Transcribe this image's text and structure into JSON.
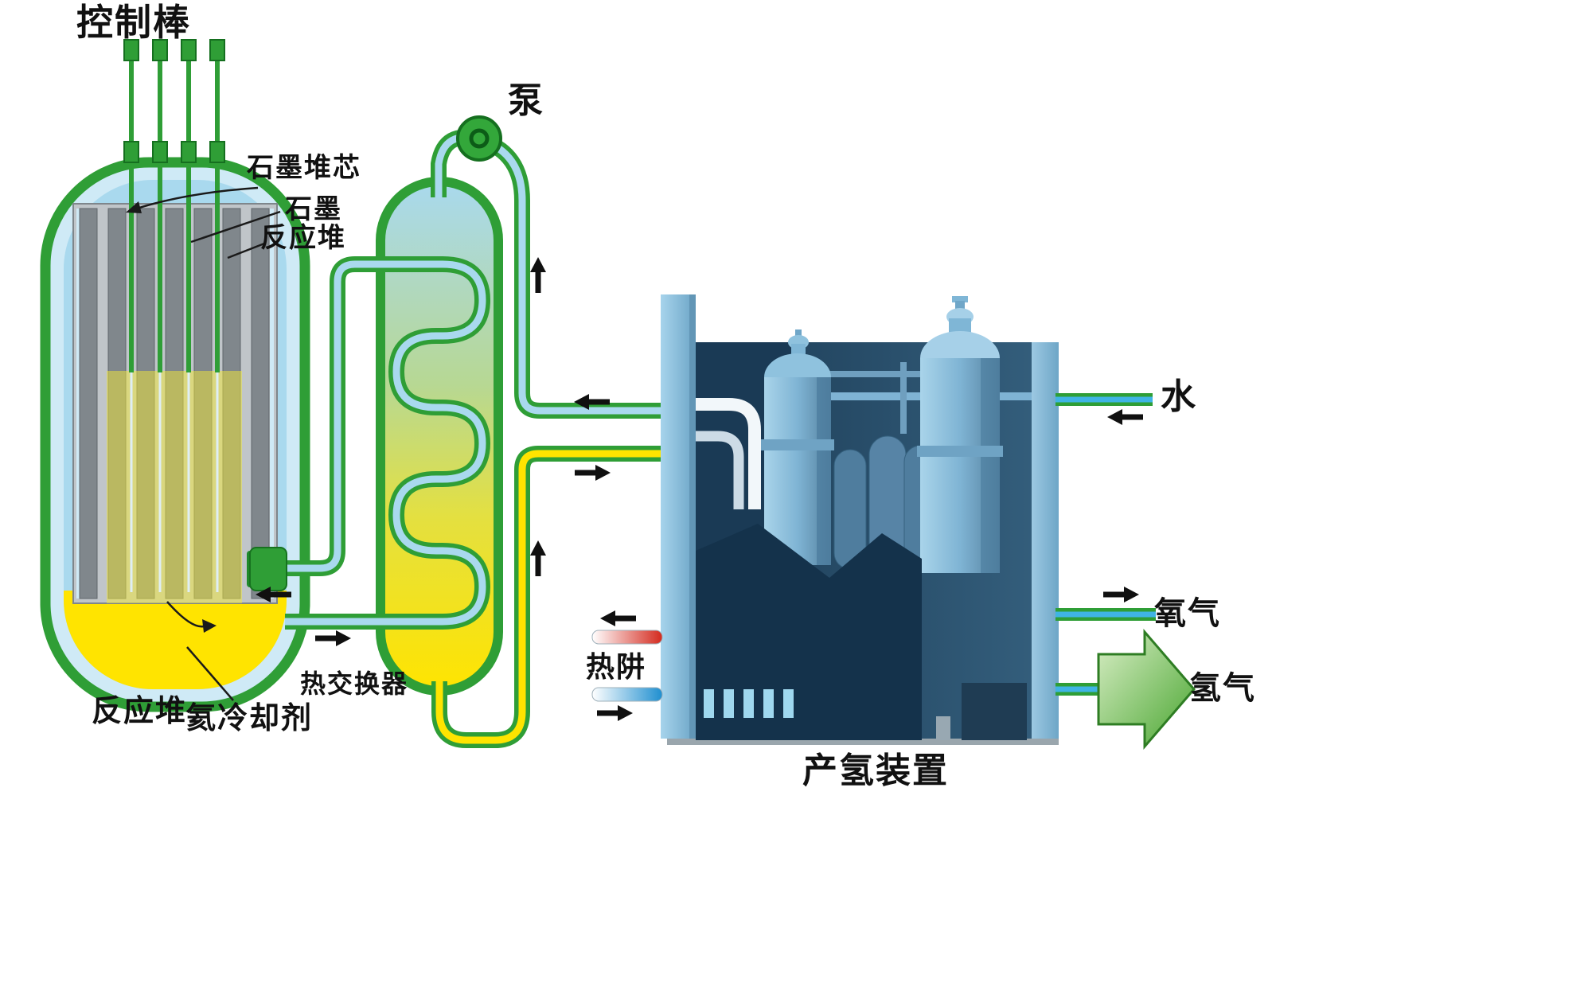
{
  "diagram": {
    "type": "nuclear-hydrogen-production-process-diagram",
    "labels": {
      "control_rods": "控制棒",
      "graphite_core": "石墨堆芯",
      "graphite_line1": "石墨",
      "graphite_line2": "反应堆",
      "pump": "泵",
      "heat_exchanger": "热交换器",
      "reactor": "反应堆",
      "helium_coolant": "氦冷却剂",
      "heat_sink": "热阱",
      "hydrogen_plant": "产氢装置",
      "water": "水",
      "oxygen": "氧气",
      "hydrogen": "氢气"
    },
    "colors": {
      "pipe_green": "#2f9e36",
      "pipe_green_dark": "#156f1f",
      "coolant_blue": "#a9d9ee",
      "vessel_inner_blue": "#cfeaf6",
      "hot_yellow": "#ffe400",
      "graphite_gray": "#80878c",
      "slab_gray": "#c0c5c9",
      "building_dark": "#1e3e58",
      "building_light": "#8fc0dd",
      "water_blue": "#3fb4e4",
      "h2_green": "#49a630",
      "heat_red": "#d42a1e",
      "heat_blue": "#1f8fd0",
      "text_color": "#111111"
    }
  }
}
